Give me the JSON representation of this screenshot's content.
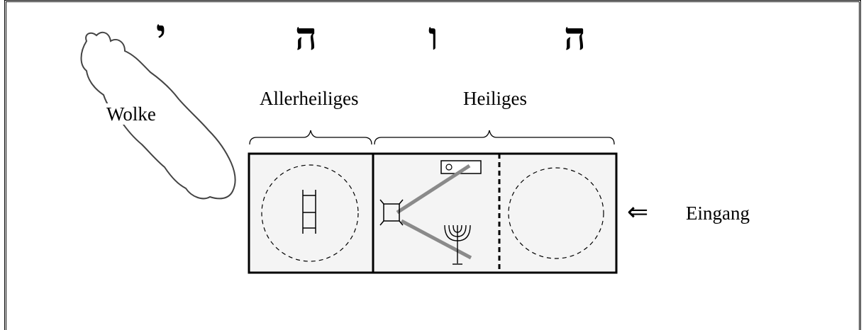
{
  "hebrew_letters": {
    "yod": "י",
    "he_first": "ה",
    "vav": "ו",
    "he_second": "ה"
  },
  "labels": {
    "cloud": "Wolke",
    "holy_of_holies": "Allerheiliges",
    "holy_place": "Heiliges",
    "entrance": "Eingang"
  },
  "entrance_arrow_glyph": "⇐",
  "colors": {
    "line": "#000000",
    "dashed": "#000000",
    "gray_beam": "#8a8a8a",
    "room_fill": "#f2f2f2"
  }
}
